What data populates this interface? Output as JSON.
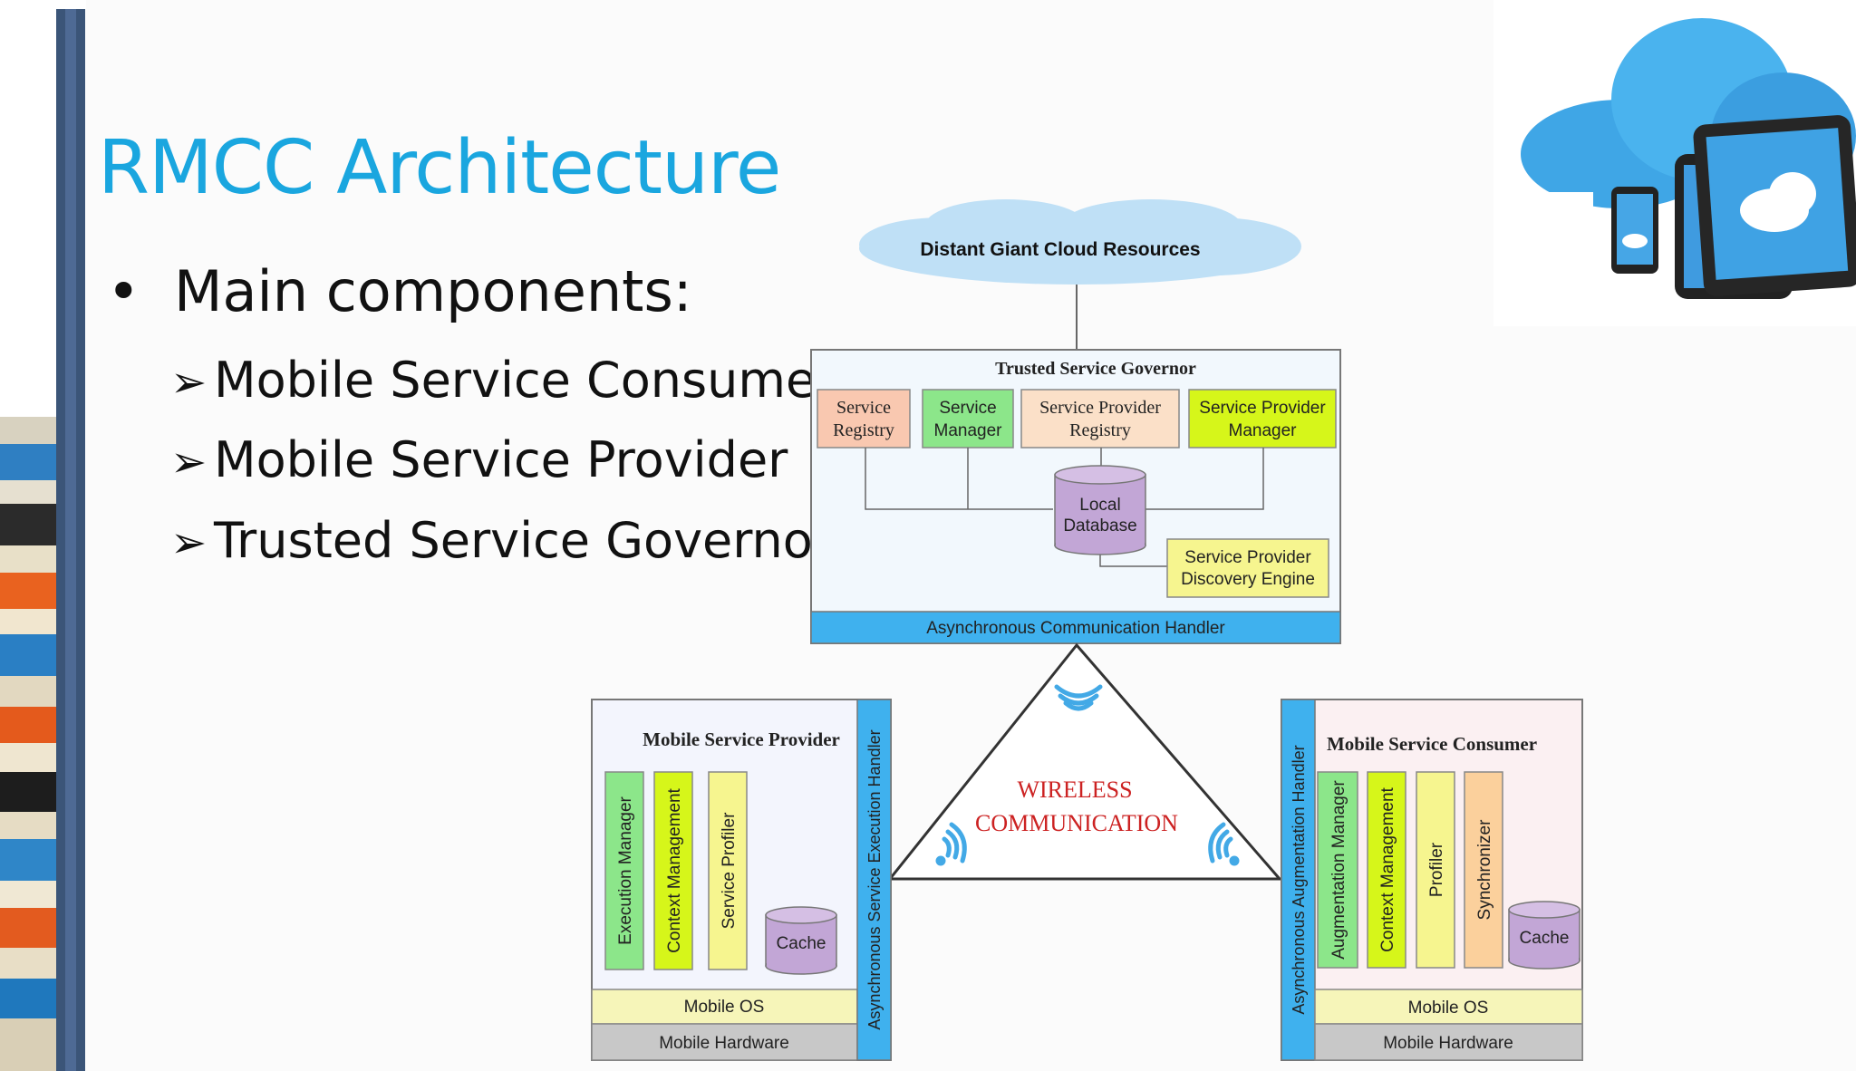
{
  "slide": {
    "title": "RMCC Architecture",
    "bullet": "Main components:",
    "sub_items": [
      "Mobile Service Consumer",
      "Mobile Service Provider",
      "Trusted Service Governor"
    ]
  },
  "diagram": {
    "cloud": "Distant Giant Cloud Resources",
    "governor": {
      "title": "Trusted Service Governor",
      "service_registry": [
        "Service",
        "Registry"
      ],
      "service_manager": [
        "Service",
        "Manager"
      ],
      "provider_registry": [
        "Service Provider",
        "Registry"
      ],
      "provider_manager": [
        "Service Provider",
        "Manager"
      ],
      "local_database": [
        "Local",
        "Database"
      ],
      "discovery_engine": [
        "Service Provider",
        "Discovery Engine"
      ],
      "comm_handler": "Asynchronous Communication Handler"
    },
    "wireless": [
      "WIRELESS",
      "COMMUNICATION"
    ],
    "provider": {
      "title": "Mobile Service Provider",
      "execution_manager": "Execution Manager",
      "context_management": "Context Management",
      "service_profiler": "Service Profiler",
      "cache": "Cache",
      "mobile_os": "Mobile OS",
      "mobile_hardware": "Mobile Hardware",
      "handler": "Asynchronous Service Execution Handler"
    },
    "consumer": {
      "title": "Mobile Service Consumer",
      "augmentation_manager": "Augmentation Manager",
      "context_management": "Context Management",
      "profiler": "Profiler",
      "synchronizer": "Synchronizer",
      "cache": "Cache",
      "mobile_os": "Mobile OS",
      "mobile_hardware": "Mobile Hardware",
      "handler": "Asynchronous Augmentation Handler"
    }
  },
  "colors": {
    "title_blue": "#1aa6df",
    "handler_blue": "#3fb1ee",
    "green": "#8ce68a",
    "yellow": "#f6f58f",
    "lime": "#d6f61a",
    "peach": "#fbe0c8",
    "salmon": "#f9c8b0",
    "orange": "#fbd09c",
    "purple": "#c2a6d6",
    "red_text": "#cc2222"
  }
}
